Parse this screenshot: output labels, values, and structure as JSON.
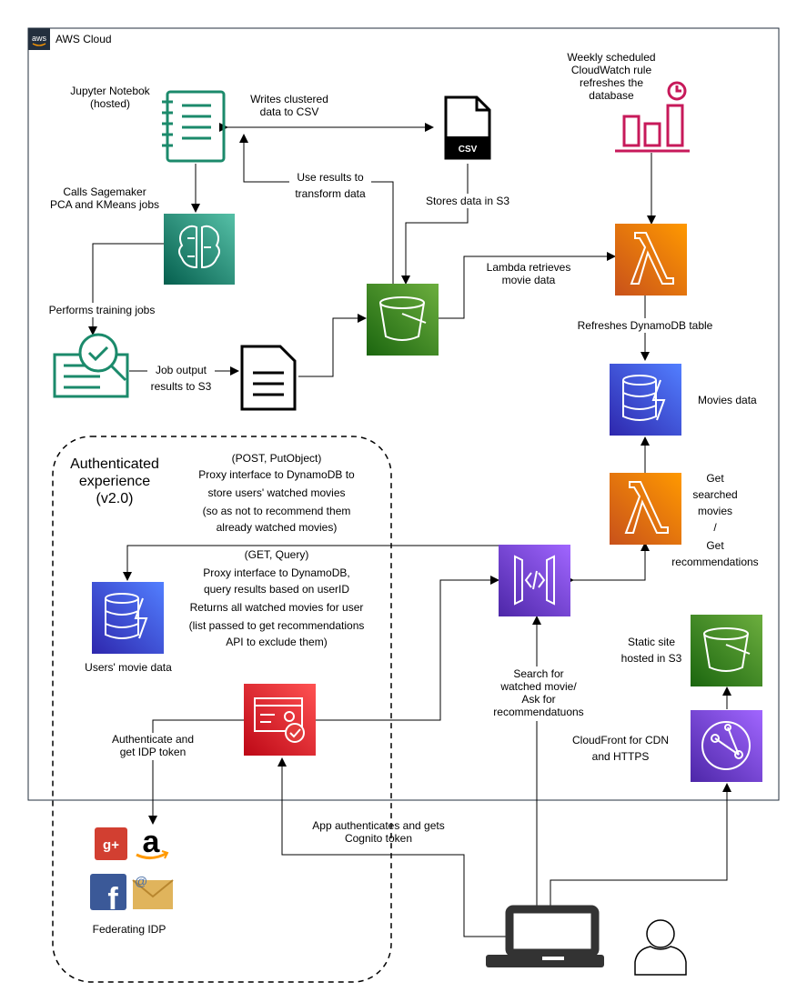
{
  "cloud": {
    "badge": "aws",
    "label": "AWS Cloud"
  },
  "nodes": {
    "jupyter": {
      "icon": "notebook-icon",
      "lines": [
        "Jupyter Notebok",
        "(hosted)"
      ]
    },
    "csv": {
      "icon": "csv-file-icon",
      "badge": "CSV"
    },
    "cloudwatch": {
      "icon": "cloudwatch-rule-icon",
      "lines": [
        "Weekly scheduled",
        "CloudWatch rule",
        "refreshes the",
        "database"
      ],
      "color": "#c7195a"
    },
    "sagemaker": {
      "icon": "sagemaker-icon",
      "lines": [
        "Calls Sagemaker",
        "PCA and KMeans jobs"
      ],
      "color": "#1b9c7d"
    },
    "s3_main": {
      "icon": "s3-bucket-icon",
      "color": "#3f8624"
    },
    "lambda_top": {
      "icon": "lambda-icon",
      "color": "#e8720c"
    },
    "training": {
      "icon": "training-job-icon",
      "color": "#1b8a6b"
    },
    "doc": {
      "icon": "document-icon"
    },
    "dynamo_movies": {
      "icon": "dynamodb-icon",
      "label": "Movies data",
      "color": "#3334d6"
    },
    "lambda_get": {
      "icon": "lambda-icon",
      "lines": [
        "Get",
        "searched",
        "movies",
        "/",
        "Get",
        "recommendations"
      ]
    },
    "apigw": {
      "icon": "api-gateway-icon",
      "color": "#7b3ee0"
    },
    "dynamo_users": {
      "icon": "dynamodb-icon",
      "label": "Users' movie data"
    },
    "cognito": {
      "icon": "cognito-icon",
      "color": "#d6232f"
    },
    "s3_static": {
      "icon": "s3-bucket-icon",
      "lines": [
        "Static site",
        "hosted in S3"
      ]
    },
    "cloudfront": {
      "icon": "cloudfront-icon",
      "lines": [
        "CloudFront for CDN",
        "and HTTPS"
      ]
    },
    "idp": {
      "label": "Federating IDP",
      "icons": [
        "google-plus-icon",
        "amazon-icon",
        "facebook-icon",
        "email-icon"
      ]
    },
    "laptop": {
      "icon": "laptop-icon"
    },
    "user": {
      "icon": "user-icon"
    }
  },
  "group": {
    "lines": [
      "Authenticated",
      "experience",
      "(v2.0)"
    ]
  },
  "edges": {
    "writes_csv": [
      "Writes clustered",
      "data to CSV"
    ],
    "use_results": [
      "Use results to",
      "transform data"
    ],
    "stores_s3": "Stores data in S3",
    "lambda_retrieves": [
      "Lambda retrieves",
      "movie data"
    ],
    "refreshes_dynamo": "Refreshes DynamoDB table",
    "performs_training": "Performs training jobs",
    "job_output": [
      "Job output",
      "results to S3"
    ],
    "post_put": [
      "(POST, PutObject)",
      "Proxy interface to DynamoDB to",
      "store users'  watched movies",
      "(so as not to recommend them",
      "already watched movies)"
    ],
    "get_query": [
      "(GET, Query)",
      "Proxy interface to DynamoDB,",
      "query results based on userID",
      "Returns all watched movies for user",
      "(list passed to get recommendations",
      "API to exclude them)"
    ],
    "search": [
      "Search for",
      "watched movie/",
      "Ask for",
      "recommendatuons"
    ],
    "authenticate": [
      "Authenticate and",
      "get IDP token"
    ],
    "app_auth": [
      "App authenticates and gets",
      "Cognito token"
    ]
  }
}
